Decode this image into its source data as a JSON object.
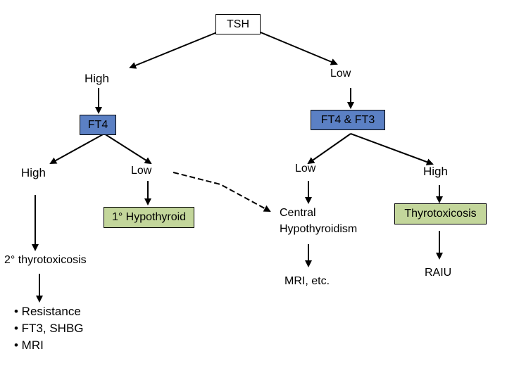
{
  "nodes": {
    "tsh": "TSH",
    "tsh_high": "High",
    "tsh_low": "Low",
    "ft4": "FT4",
    "ft4_ft3": "FT4 & FT3",
    "ft4_high": "High",
    "ft4_low": "Low",
    "primary_hypo": "1° Hypothyroid",
    "secondary_thyro": "2° thyrotoxicosis",
    "workup_1": "• Resistance",
    "workup_2": "• FT3, SHBG",
    "workup_3": "• MRI",
    "ft4ft3_low": "Low",
    "ft4ft3_high": "High",
    "central_1": "Central",
    "central_2": "Hypothyroidism",
    "mri_etc": "MRI, etc.",
    "thyrotoxicosis": "Thyrotoxicosis",
    "raiu": "RAIU"
  },
  "colors": {
    "ft_box": "#5b80c4",
    "diagnosis_box": "#c3d69b"
  }
}
